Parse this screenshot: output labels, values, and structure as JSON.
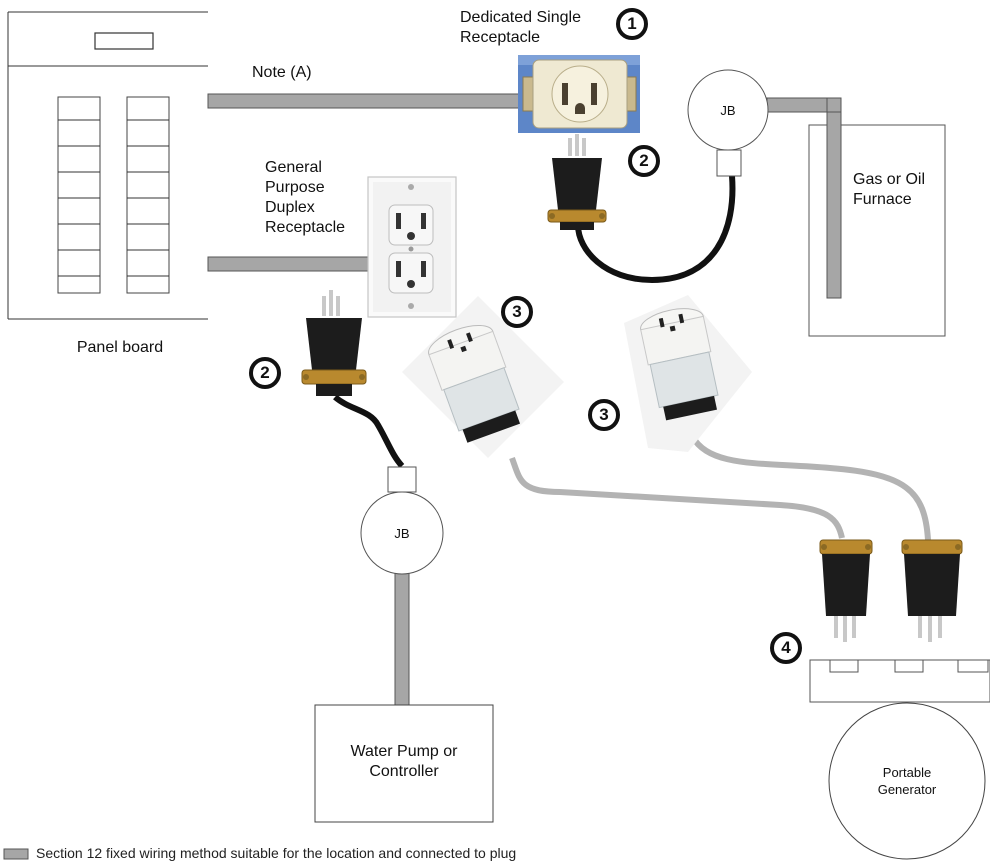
{
  "labels": {
    "panel_board": "Panel board",
    "note_a": "Note (A)",
    "dedicated_receptacle": "Dedicated Single Receptacle",
    "general_purpose_receptacle": "General Purpose Duplex Receptacle",
    "jb_furnace": "JB",
    "jb_pump": "JB",
    "furnace": "Gas or Oil Furnace",
    "water_pump": "Water Pump or Controller",
    "portable_generator": "Portable Generator"
  },
  "markers": [
    "1",
    "2",
    "2",
    "3",
    "3",
    "4"
  ],
  "footer_note": "Section 12 fixed wiring method suitable for the location and connected to plug",
  "colors": {
    "conduit": "#a6a6a6",
    "conduit_outline": "#555555",
    "cord_black": "#111111",
    "cord_gray": "#b3b3b3",
    "receptacle_backplate": "#5d86c8",
    "receptacle_face": "#efe9d2",
    "plug_black": "#1c1c1c",
    "plug_clamp": "#b9892e",
    "prong": "#c8c8c8",
    "connector_white": "#f4f4f2",
    "connector_clear": "#dfe4e6"
  }
}
